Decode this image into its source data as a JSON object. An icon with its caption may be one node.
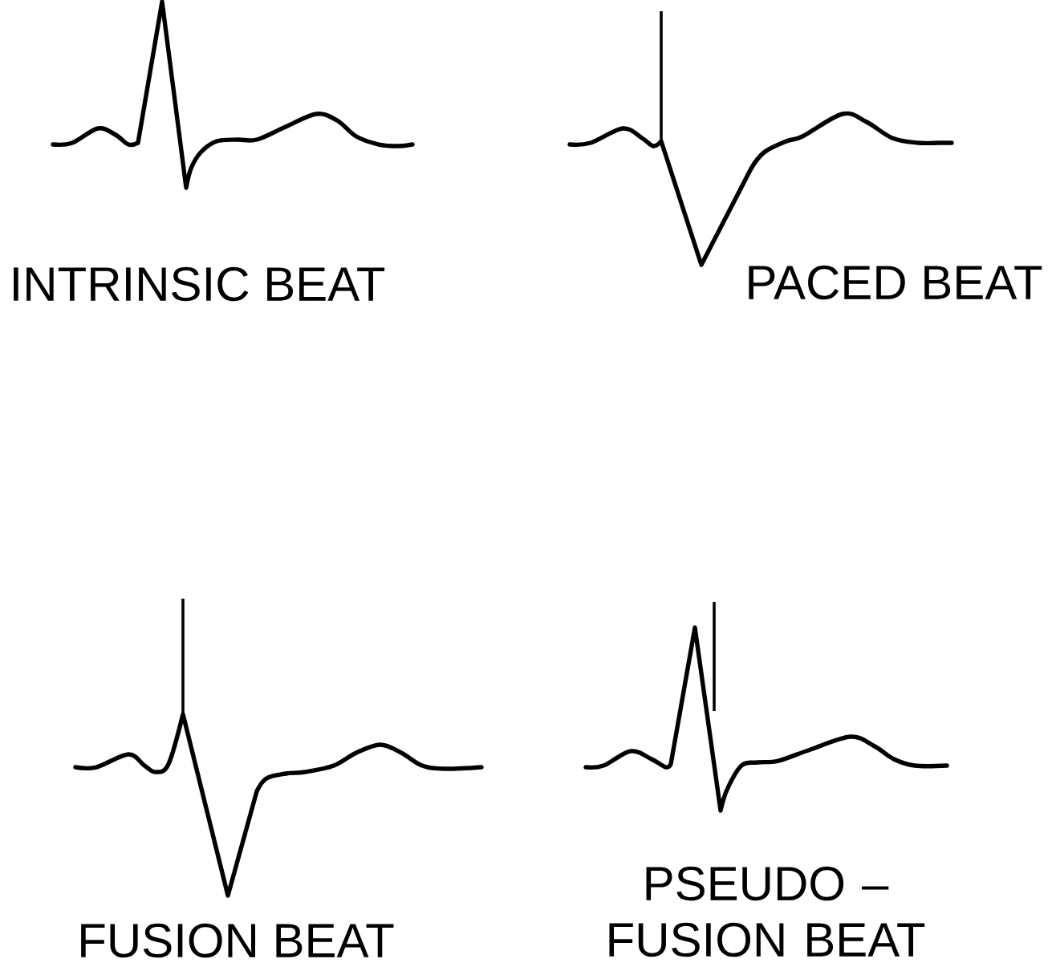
{
  "diagram": {
    "labels": [
      "INTRINSIC BEAT",
      "PACED BEAT",
      "FUSION BEAT",
      "PSEUDO – FUSION BEAT"
    ]
  }
}
